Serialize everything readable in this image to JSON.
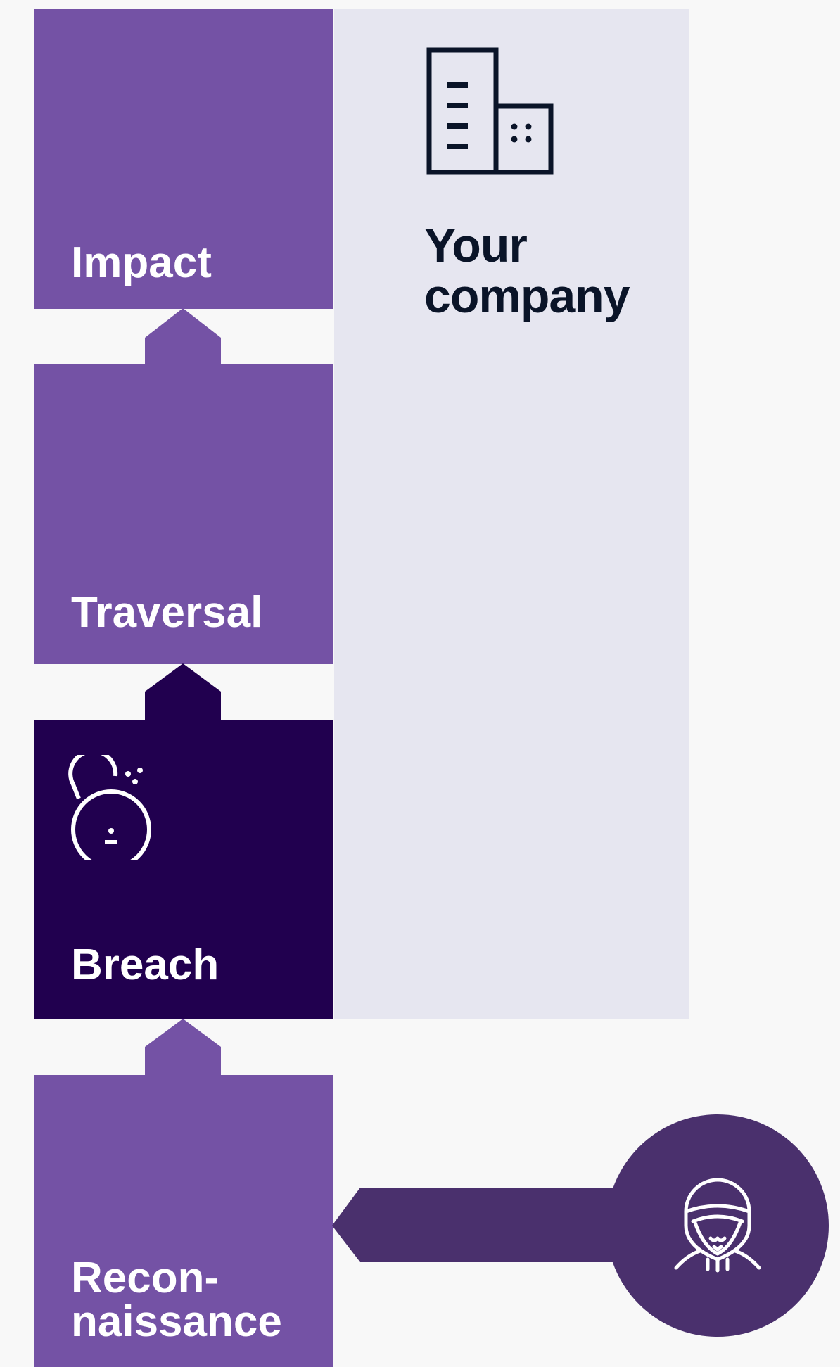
{
  "company": {
    "label": "Your\ncompany",
    "icon": "building-icon"
  },
  "stages": {
    "impact": {
      "label": "Impact"
    },
    "traversal": {
      "label": "Traversal"
    },
    "breach": {
      "label": "Breach",
      "icon": "bomb-icon"
    },
    "reconnaissance": {
      "label": "Recon-\nnaissance"
    }
  },
  "attacker": {
    "icon": "hacker-icon"
  },
  "colors": {
    "stage_light": "#7452a5",
    "stage_dark": "#21004f",
    "attacker": "#4a306d",
    "company_panel": "#e6e6f0",
    "background": "#f8f8f8"
  }
}
